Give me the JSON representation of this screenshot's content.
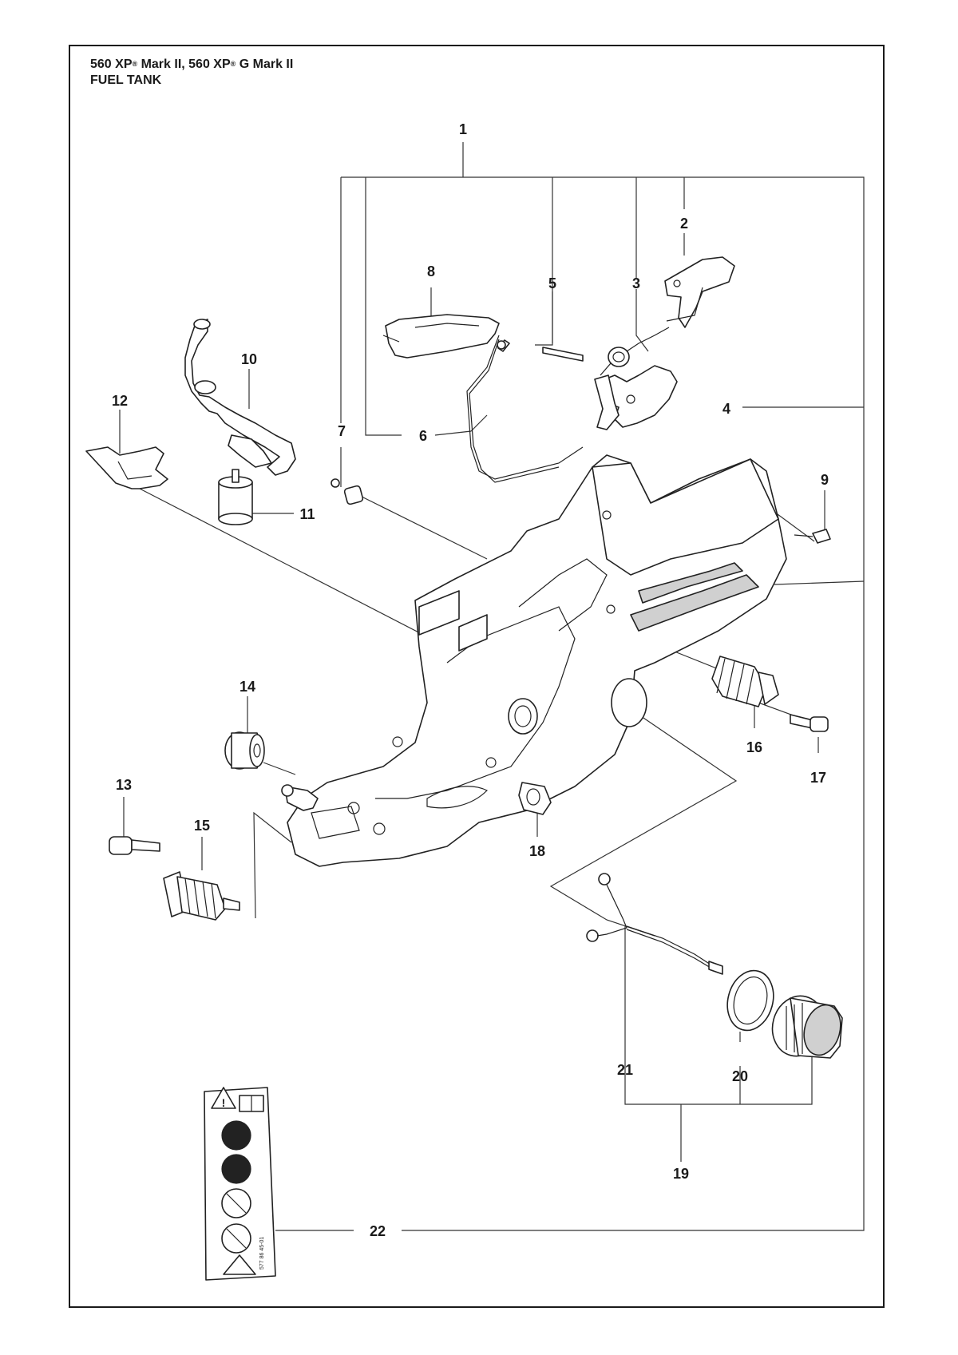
{
  "title": {
    "model_a": "560 XP",
    "model_a_reg": "®",
    "model_a_suffix": " Mark II, 560 XP",
    "model_b_reg": "®",
    "model_b_suffix": " G Mark II",
    "section": "FUEL TANK"
  },
  "callouts": [
    "1",
    "2",
    "3",
    "4",
    "5",
    "6",
    "7",
    "8",
    "9",
    "10",
    "11",
    "12",
    "13",
    "14",
    "15",
    "16",
    "17",
    "18",
    "19",
    "20",
    "21",
    "22"
  ],
  "decal": {
    "icons": [
      "warning-icon",
      "manual-icon",
      "helmet-protection-icon",
      "glove-protection-icon",
      "no-one-hand-icon",
      "no-smoking-icon",
      "kickback-warning-icon"
    ],
    "part_code": "577 86 45-01"
  }
}
